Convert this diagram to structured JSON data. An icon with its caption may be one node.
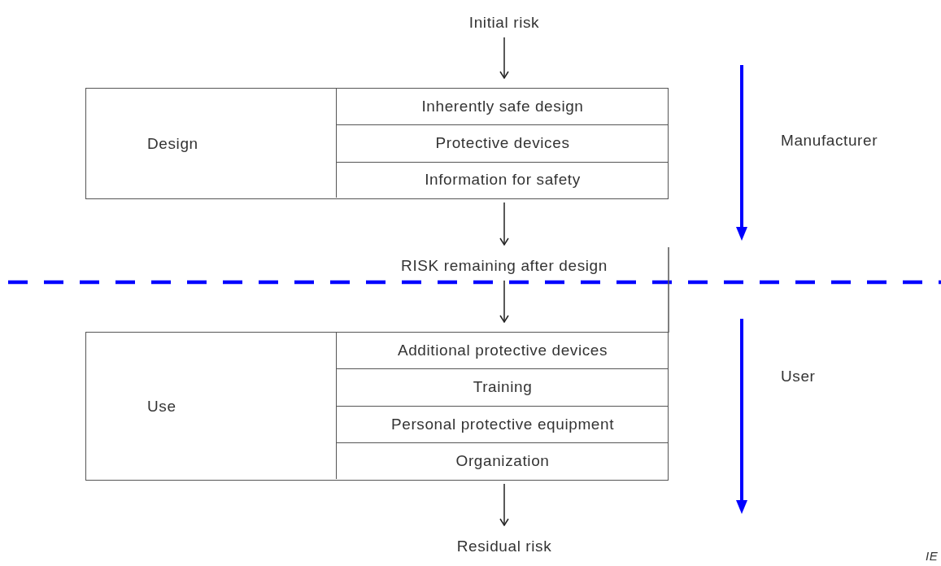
{
  "diagram": {
    "nodes": [
      {
        "text": [
          "Initial risk"
        ]
      },
      {
        "text": [
          "Design"
        ]
      },
      {
        "text": [
          "Inherently safe design"
        ],
        "in": 1
      },
      {
        "text": [
          "Protective devices"
        ],
        "in": 1
      },
      {
        "text": [
          "Information for safety"
        ],
        "in": 1
      },
      {
        "text": [
          "RISK remaining after design"
        ]
      },
      {
        "text": [
          "Use"
        ]
      },
      {
        "text": [
          "Additional protective devices"
        ],
        "in": 6
      },
      {
        "text": [
          "Training"
        ],
        "in": 6
      },
      {
        "text": [
          "Personal protective equipment"
        ],
        "in": 6
      },
      {
        "text": [
          "Organization"
        ],
        "in": 6
      },
      {
        "text": [
          "Residual risk"
        ]
      }
    ],
    "edges": [
      {
        "from": 0,
        "to": 1,
        "arrow": "to"
      },
      {
        "from": 1,
        "to": 5,
        "arrow": "to"
      },
      {
        "from": 5,
        "to": 6,
        "arrow": "to"
      },
      {
        "from": 6,
        "to": 11,
        "arrow": "to"
      }
    ],
    "labels": [
      "Manufacturer",
      "User",
      "IE"
    ]
  }
}
